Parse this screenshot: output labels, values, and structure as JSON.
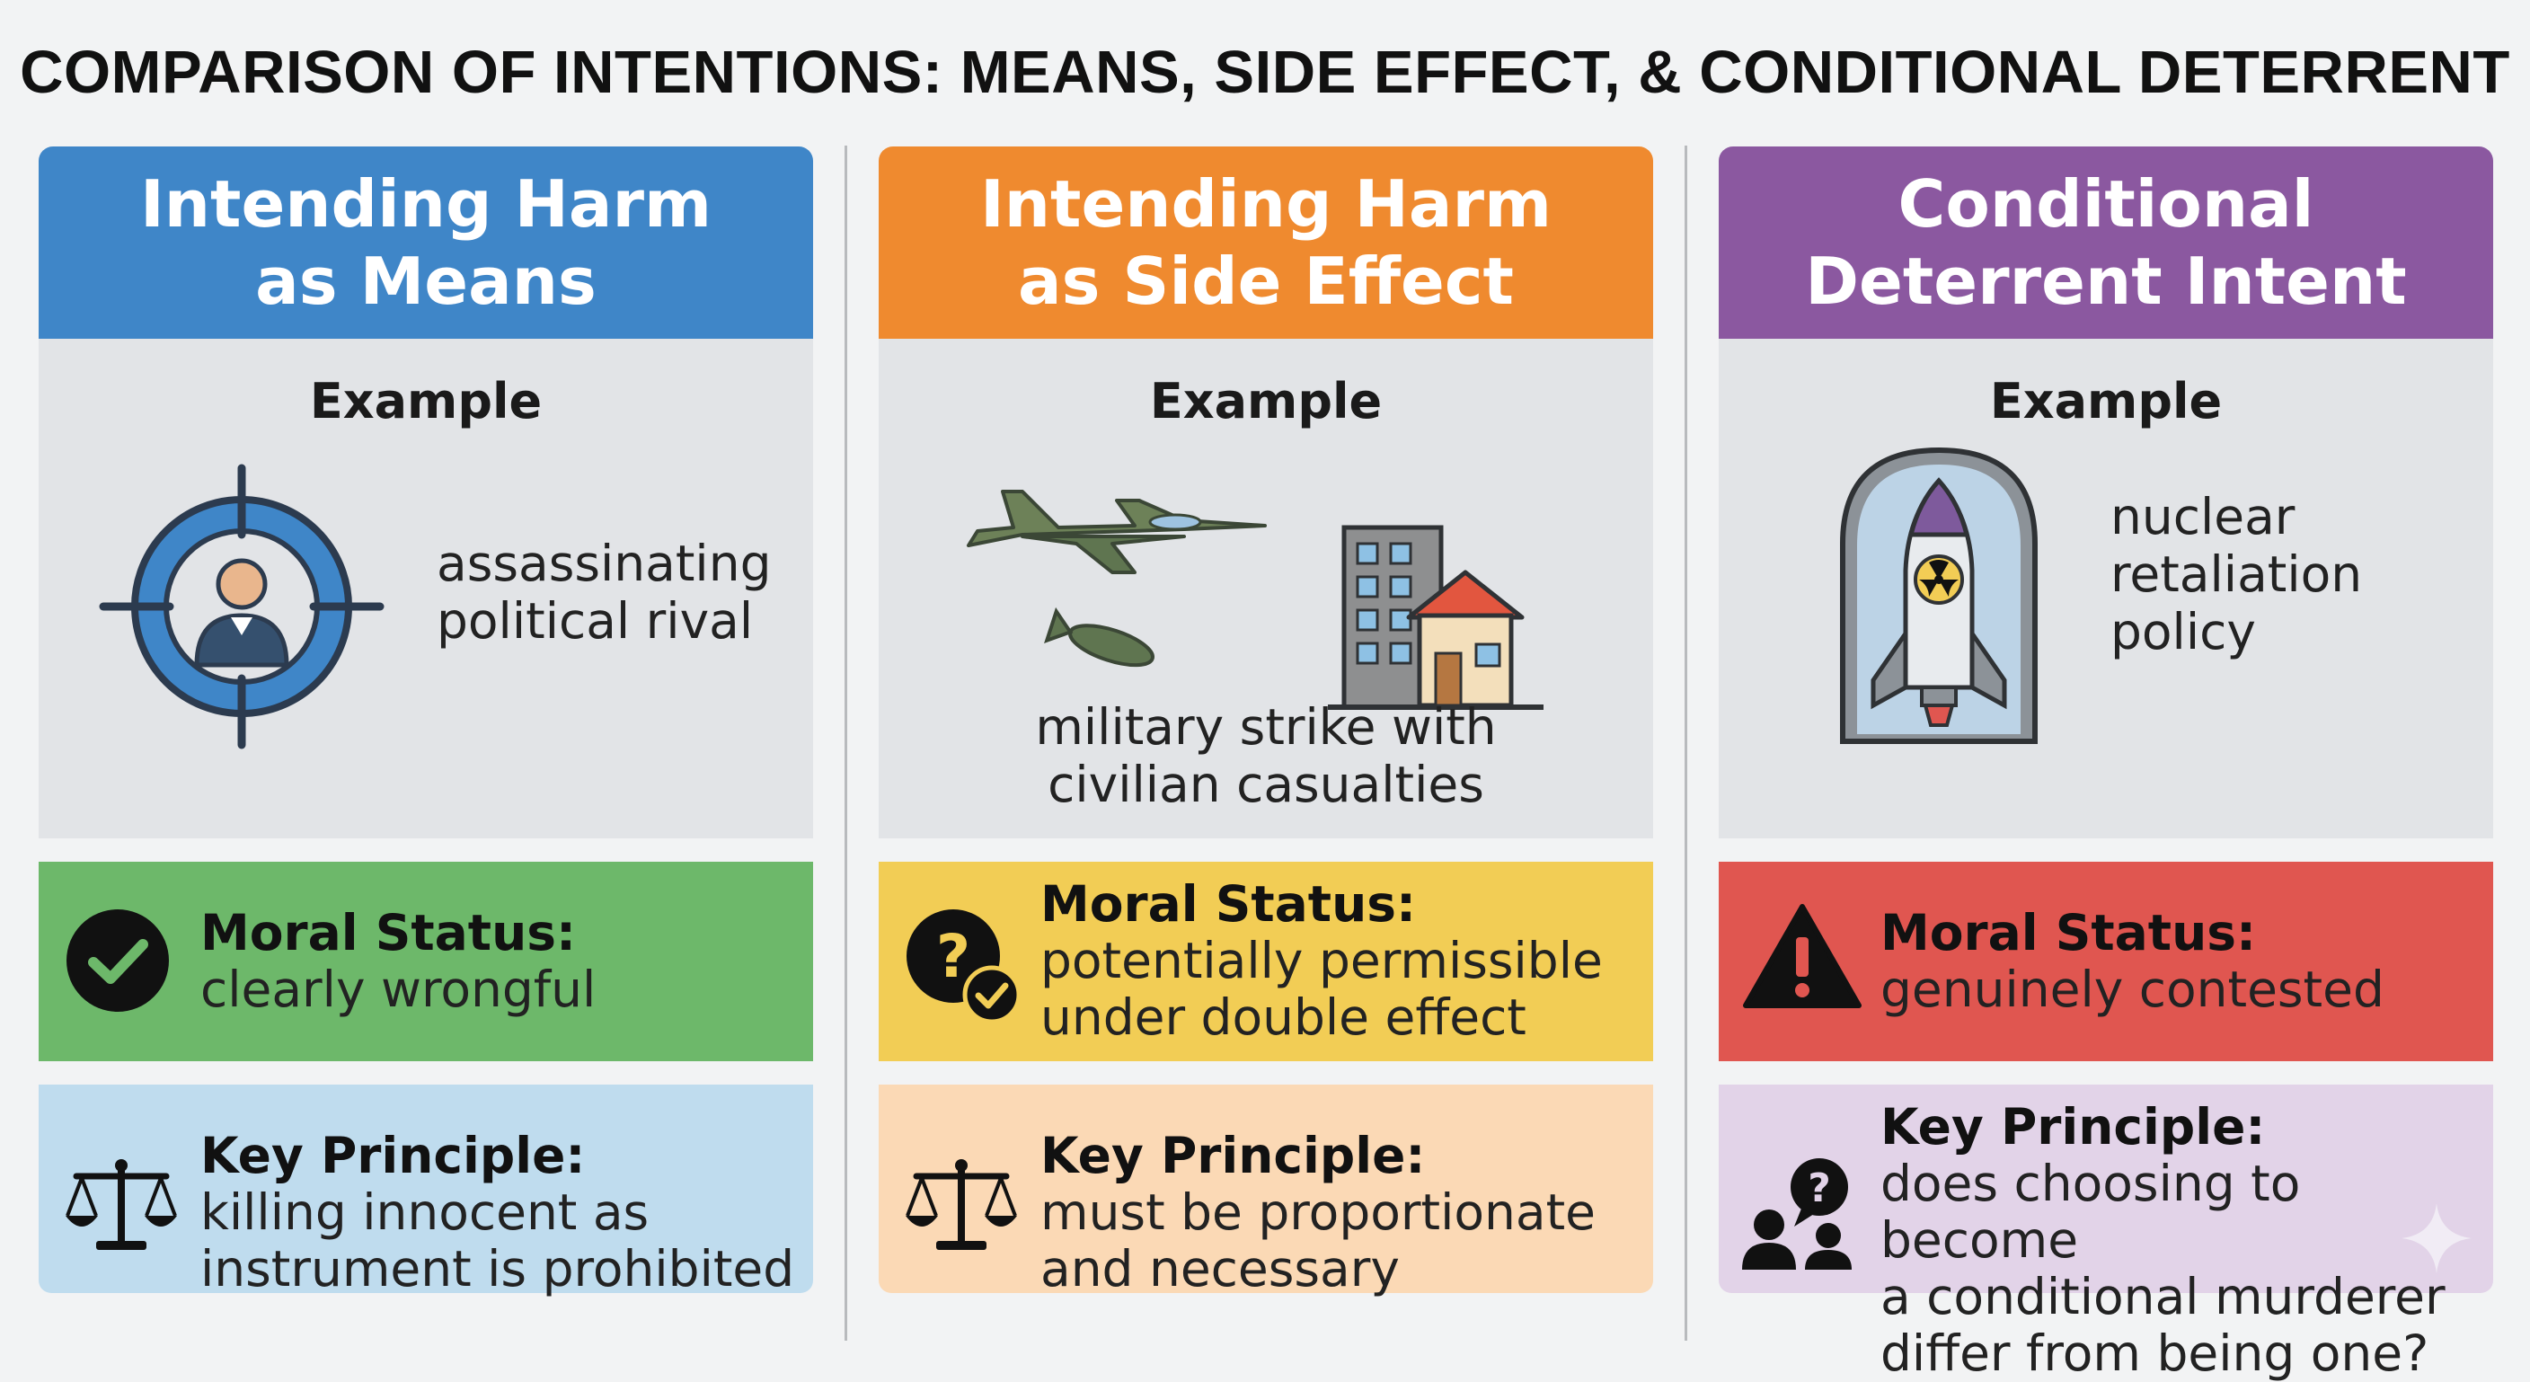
{
  "title": "COMPARISON OF INTENTIONS: MEANS, SIDE EFFECT, & CONDITIONAL DETERRENT",
  "columns": [
    {
      "heading": "Intending Harm\nas Means",
      "example_label": "Example",
      "example_text": "assassinating\npolitical rival",
      "illustration": "target-crosshair-person-icon",
      "status_label": "Moral Status:",
      "status_text": "clearly wrongful",
      "status_icon": "check-circle-icon",
      "principle_label": "Key Principle:",
      "principle_text": "killing innocent as\ninstrument is prohibited",
      "principle_icon": "scales-icon",
      "colors": {
        "header": "#3f86c8",
        "status": "#6db86a",
        "principle": "#bfdcee"
      }
    },
    {
      "heading": "Intending Harm\nas Side Effect",
      "example_label": "Example",
      "example_text": "military strike with\ncivilian casualties",
      "illustration": "jet-bomb-buildings-icon",
      "status_label": "Moral Status:",
      "status_text": "potentially permissible\nunder double effect",
      "status_icon": "question-check-icon",
      "principle_label": "Key Principle:",
      "principle_text": "must be proportionate\nand necessary",
      "principle_icon": "scales-icon",
      "colors": {
        "header": "#ef8a2f",
        "status": "#f2cd55",
        "principle": "#fbd9b5"
      }
    },
    {
      "heading": "Conditional\nDeterrent Intent",
      "example_label": "Example",
      "example_text": "nuclear\nretaliation\npolicy",
      "illustration": "nuclear-missile-silo-icon",
      "status_label": "Moral Status:",
      "status_text": "genuinely contested",
      "status_icon": "warning-triangle-icon",
      "principle_label": "Key Principle:",
      "principle_text": "does choosing to become\na conditional murderer\ndiffer from being one?",
      "principle_icon": "people-question-icon",
      "colors": {
        "header": "#8b58a0",
        "status": "#e05650",
        "principle": "#e2d3e8"
      }
    }
  ]
}
